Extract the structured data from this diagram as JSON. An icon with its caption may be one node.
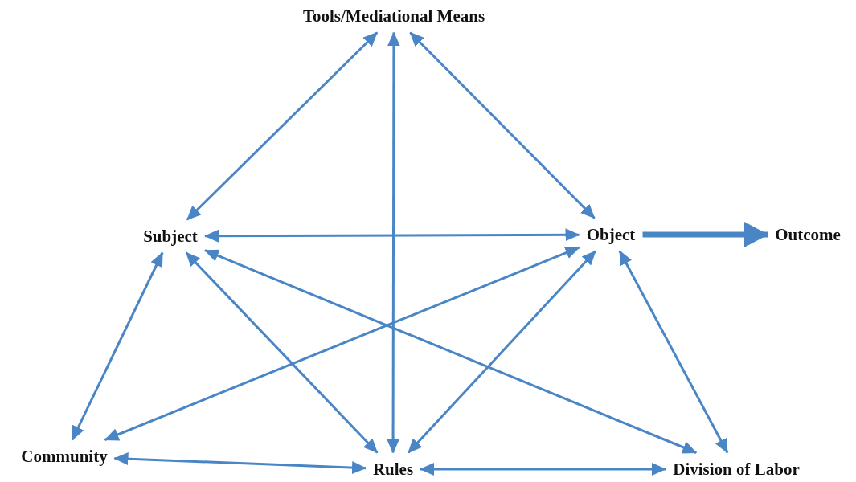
{
  "diagram": {
    "nodes": [
      {
        "text": [
          "Tools/Mediational Means"
        ]
      },
      {
        "text": [
          "Subject"
        ]
      },
      {
        "text": [
          "Object"
        ]
      },
      {
        "text": [
          "Outcome"
        ]
      },
      {
        "text": [
          "Community"
        ]
      },
      {
        "text": [
          "Rules"
        ]
      },
      {
        "text": [
          "Division of Labor"
        ]
      }
    ],
    "edges": [
      {
        "from": 0,
        "to": 1,
        "arrow": "both"
      },
      {
        "from": 0,
        "to": 2,
        "arrow": "both"
      },
      {
        "from": 5,
        "to": 0,
        "arrow": "both"
      },
      {
        "from": 1,
        "to": 2,
        "arrow": "both"
      },
      {
        "from": 1,
        "to": 4,
        "arrow": "both"
      },
      {
        "from": 1,
        "to": 5,
        "arrow": "both"
      },
      {
        "from": 1,
        "to": 6,
        "arrow": "both"
      },
      {
        "from": 2,
        "to": 4,
        "arrow": "both"
      },
      {
        "from": 2,
        "to": 5,
        "arrow": "both"
      },
      {
        "from": 2,
        "to": 6,
        "arrow": "both"
      },
      {
        "from": 4,
        "to": 5,
        "arrow": "both"
      },
      {
        "from": 5,
        "to": 6,
        "arrow": "both"
      },
      {
        "from": 2,
        "to": 3,
        "arrow": "to",
        "style": "thick"
      }
    ]
  }
}
